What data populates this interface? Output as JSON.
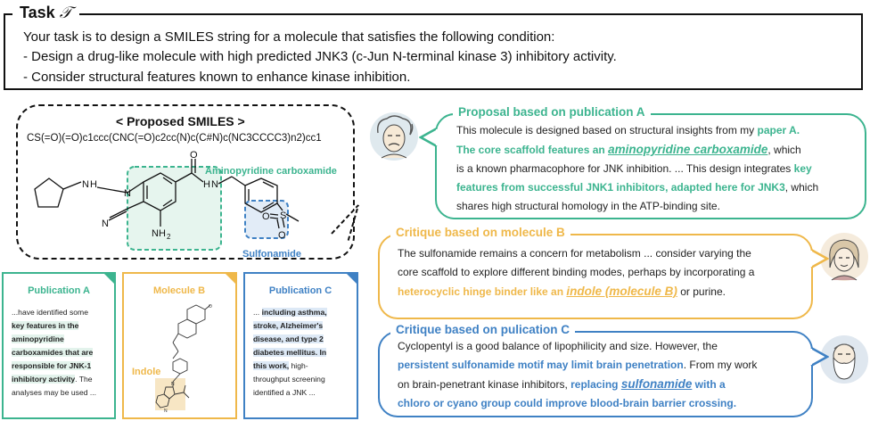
{
  "task": {
    "title": "Task",
    "symbol": "𝒯",
    "lines": [
      "Your task is to design a SMILES string for a molecule that satisfies the following condition:",
      "- Design a drug-like molecule with high predicted JNK3 (c-Jun N-terminal kinase 3) inhibitory activity.",
      "- Consider structural features known to enhance kinase inhibition."
    ]
  },
  "proposed": {
    "title": "< Proposed SMILES >",
    "smiles": "CS(=O)(=O)c1ccc(CNC(=O)c2cc(N)c(C#N)c(NC3CCCC3)n2)cc1",
    "highlight_green_label": "Aminopyridine carboxamide",
    "highlight_blue_label": "Sulfonamide",
    "atoms": {
      "n1": "N",
      "h1": "H",
      "n2": "N",
      "n3": "N",
      "h3": "H",
      "o1": "O",
      "s1": "S",
      "o2": "O",
      "o3": "O",
      "n4": "N",
      "nh2": "NH",
      "nh2_sub": "2"
    }
  },
  "cards": {
    "pubA": {
      "title": "Publication A",
      "t1": "...have identified some",
      "h1": "key features in the",
      "h2": "aminopyridine",
      "h3": "carboxamides that are",
      "h4": "responsible for JNK-1",
      "h5": "inhibitory activity",
      "t2": ". The",
      "t3": "analyses may be used ..."
    },
    "molB": {
      "title": "Molecule B",
      "indole": "Indole"
    },
    "pubC": {
      "title": "Publication C",
      "t1": "... ",
      "h1": "including asthma,",
      "h2": "stroke, Alzheimer's",
      "h3": "disease, and type 2",
      "h4": "diabetes mellitus. In",
      "h5": "this work,",
      "t2": " high-",
      "t3": "throughput screening",
      "t4": "identified a JNK ..."
    }
  },
  "speech": {
    "a": {
      "title": "Proposal based on  publication A",
      "l1a": "This molecule is designed based on structural insights from my ",
      "l1b": "paper A.",
      "l2a": "The core scaffold features an ",
      "l2b": "aminopyridine carboxamide",
      "l2c": ", which",
      "l3a": "is a known pharmacophore for JNK inhibition. ... This design integrates ",
      "l3b": "key",
      "l4a": "features from successful JNK1 inhibitors, adapted here for JNK3",
      "l4b": ", which",
      "l5": "shares high structural homology in the ATP-binding site."
    },
    "b": {
      "title": "Critique based on molecule B",
      "l1": "The sulfonamide remains a concern for metabolism ... consider varying the",
      "l2": "core scaffold to explore different binding modes, perhaps by incorporating a",
      "l3a": "heterocyclic hinge binder like an ",
      "l3b": "indole (molecule B)",
      "l3c": " or purine."
    },
    "c": {
      "title": "Critique based on pulication C",
      "l1": "Cyclopentyl is a good balance of lipophilicity and size. However, the",
      "l2a": "persistent sulfonamide motif may limit brain penetration",
      "l2b": ". From my work",
      "l3a": "on brain-penetrant kinase inhibitors, ",
      "l3b": "replacing ",
      "l3c": "sulfonamide",
      "l3d": " with a",
      "l4": "chloro or cyano group could improve blood-brain barrier crossing."
    }
  },
  "colors": {
    "green": "#3cb48f",
    "yellow": "#efb84a",
    "blue": "#3f81c4",
    "dark": "#111111"
  }
}
